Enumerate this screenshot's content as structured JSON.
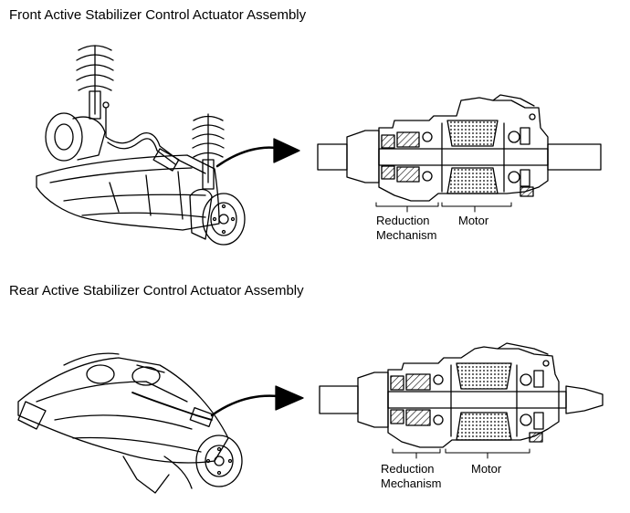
{
  "front": {
    "title": "Front Active Stabilizer Control Actuator Assembly",
    "label_reduction_1": "Reduction",
    "label_reduction_2": "Mechanism",
    "label_motor": "Motor"
  },
  "rear": {
    "title": "Rear Active Stabilizer Control Actuator Assembly",
    "label_reduction_1": "Reduction",
    "label_reduction_2": "Mechanism",
    "label_motor": "Motor"
  }
}
